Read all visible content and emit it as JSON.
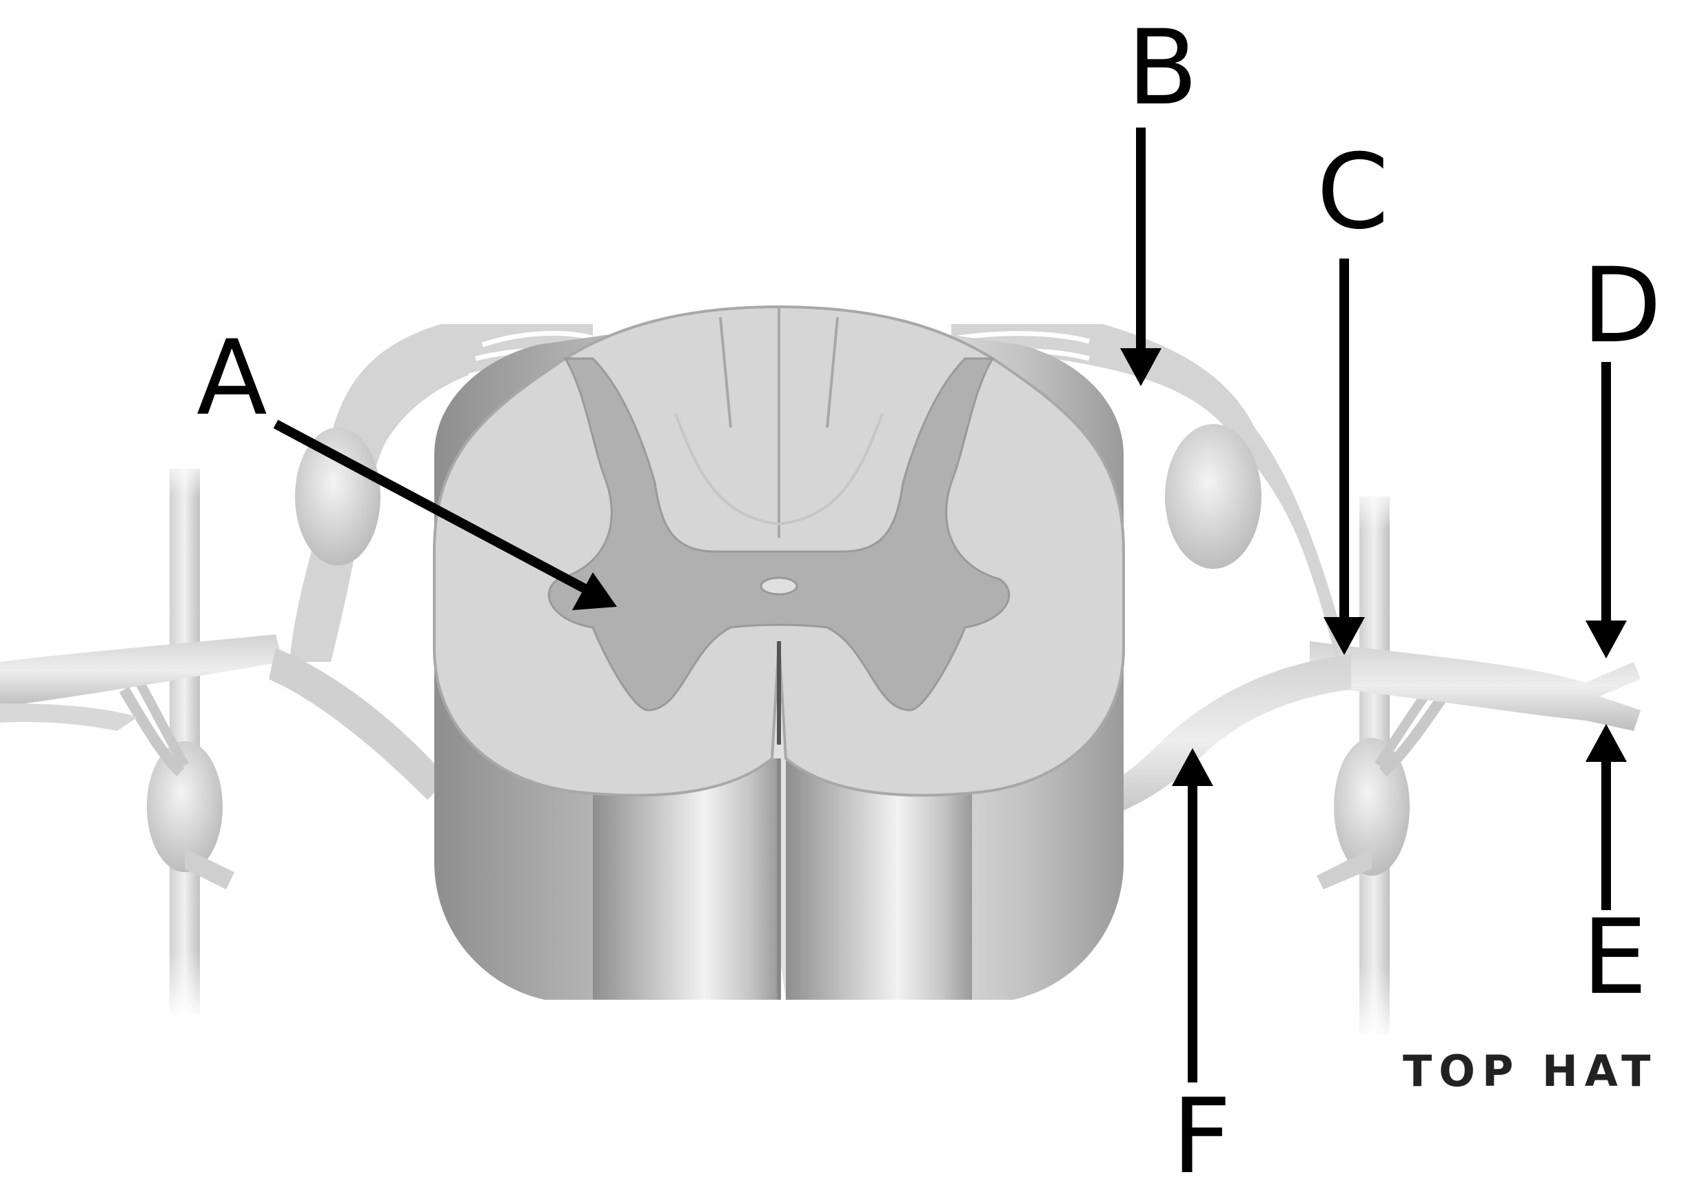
{
  "diagram": {
    "labels": {
      "a": "A",
      "b": "B",
      "c": "C",
      "d": "D",
      "e": "E",
      "f": "F"
    },
    "watermark": "TOP HAT"
  }
}
